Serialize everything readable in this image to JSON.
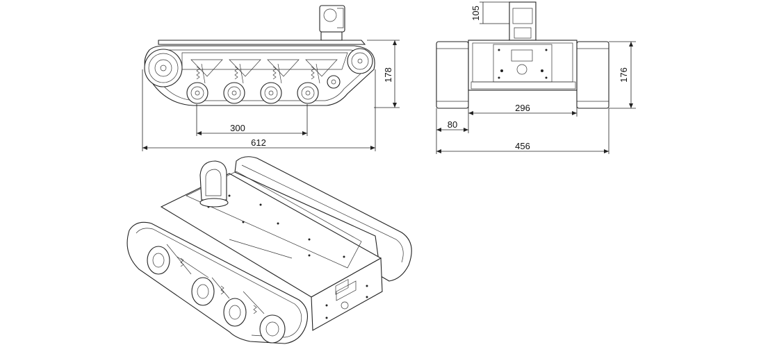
{
  "dimensions": {
    "side_view": {
      "height": "178",
      "wheel_span": "300",
      "overall_length": "612"
    },
    "front_view": {
      "top_height": "105",
      "height": "176",
      "body_width": "296",
      "track_width": "80",
      "overall_width": "456"
    }
  },
  "colors": {
    "line": "#222222",
    "background": "#ffffff"
  }
}
